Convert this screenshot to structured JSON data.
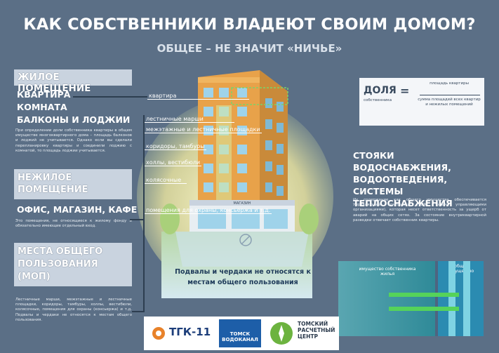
{
  "header": {
    "title": "КАК СОБСТВЕННИКИ ВЛАДЕЮТ СВОИМ ДОМОМ?",
    "subtitle": "ОБЩЕЕ – НЕ ЗНАЧИТ «НИЧЬЕ»"
  },
  "residential": {
    "heading": "ЖИЛОЕ ПОМЕЩЕНИЕ",
    "items": [
      "КВАРТИРА",
      "КОМНАТА",
      "БАЛКОНЫ И ЛОДЖИИ"
    ],
    "note": "При определении доли собственника квартиры в общем имуществе многоквартирного дома – площадь балконов и лоджий не учитывается. Однако если вы сделали перепланировку квартиры и соединили лоджию с комнатой, то площадь лоджии учитывается."
  },
  "nonresidential": {
    "heading": "НЕЖИЛОЕ ПОМЕЩЕНИЕ",
    "item": "ОФИС, МАГАЗИН, КАФЕ",
    "note": "Это помещения, не относящиеся к жилому фонду и обязательно имеющие отдельный вход."
  },
  "common": {
    "heading": "МЕСТА ОБЩЕГО ПОЛЬЗОВАНИЯ (МОП)",
    "note": "Лестничные марши, межэтажные и лестничные площадки, коридоры, тамбуры, холлы, вестибюли, колясочные, помещения для охраны (консьержа) и т.д. Подвалы и чердаки не относятся к местам общего пользования."
  },
  "building_labels": {
    "apartment": "квартира",
    "stairs": "лестничные марши",
    "landings": "межэтажные и лестничные площадки",
    "corridors": "коридоры, тамбуры",
    "halls": "холлы, вестибюли",
    "stroller": "колясочные",
    "guard": "помещения для охраны, консьержа и т.д.",
    "shop_sign": "МАГАЗИН"
  },
  "basement_note": "Подвалы и чердаки не относятся к местам общего пользования",
  "formula": {
    "lhs": "ДОЛЯ",
    "lhs_sub": "собственника",
    "equals": "=",
    "numerator": "площадь квартиры",
    "denominator": "сумма площадей всех квартир и нежилых помещений"
  },
  "risers": {
    "heading": "СТОЯКИ ВОДОСНАБЖЕНИЯ, ВОДООТВЕДЕНИЯ, СИСТЕМЫ ТЕПЛОСНАБЖЕНИЯ",
    "note": "Их содержание как общего имущества обеспечивается Управляющей компанией (ТСЖ, иными управляющими организациями), которая несет ответственность за ущерб от аварий на общих сетях. За состояние внутриквартирной разводки отвечает собственник квартиры."
  },
  "pipes": {
    "owner_label": "имущество собственника жилья",
    "common_label": "общее имущество"
  },
  "logos": {
    "tgk": "ТГК-11",
    "tomsk": "ТОМСК ВОДОКАНАЛ",
    "trc": "ТОМСКИЙ РАСЧЕТНЫЙ ЦЕНТР"
  },
  "colors": {
    "background": "#5b6f86",
    "building_orange": "#e8a24a",
    "window_blue": "#9fd3ea",
    "sun_yellow": "#f5f0a0",
    "pipe_green": "#55d35a"
  }
}
